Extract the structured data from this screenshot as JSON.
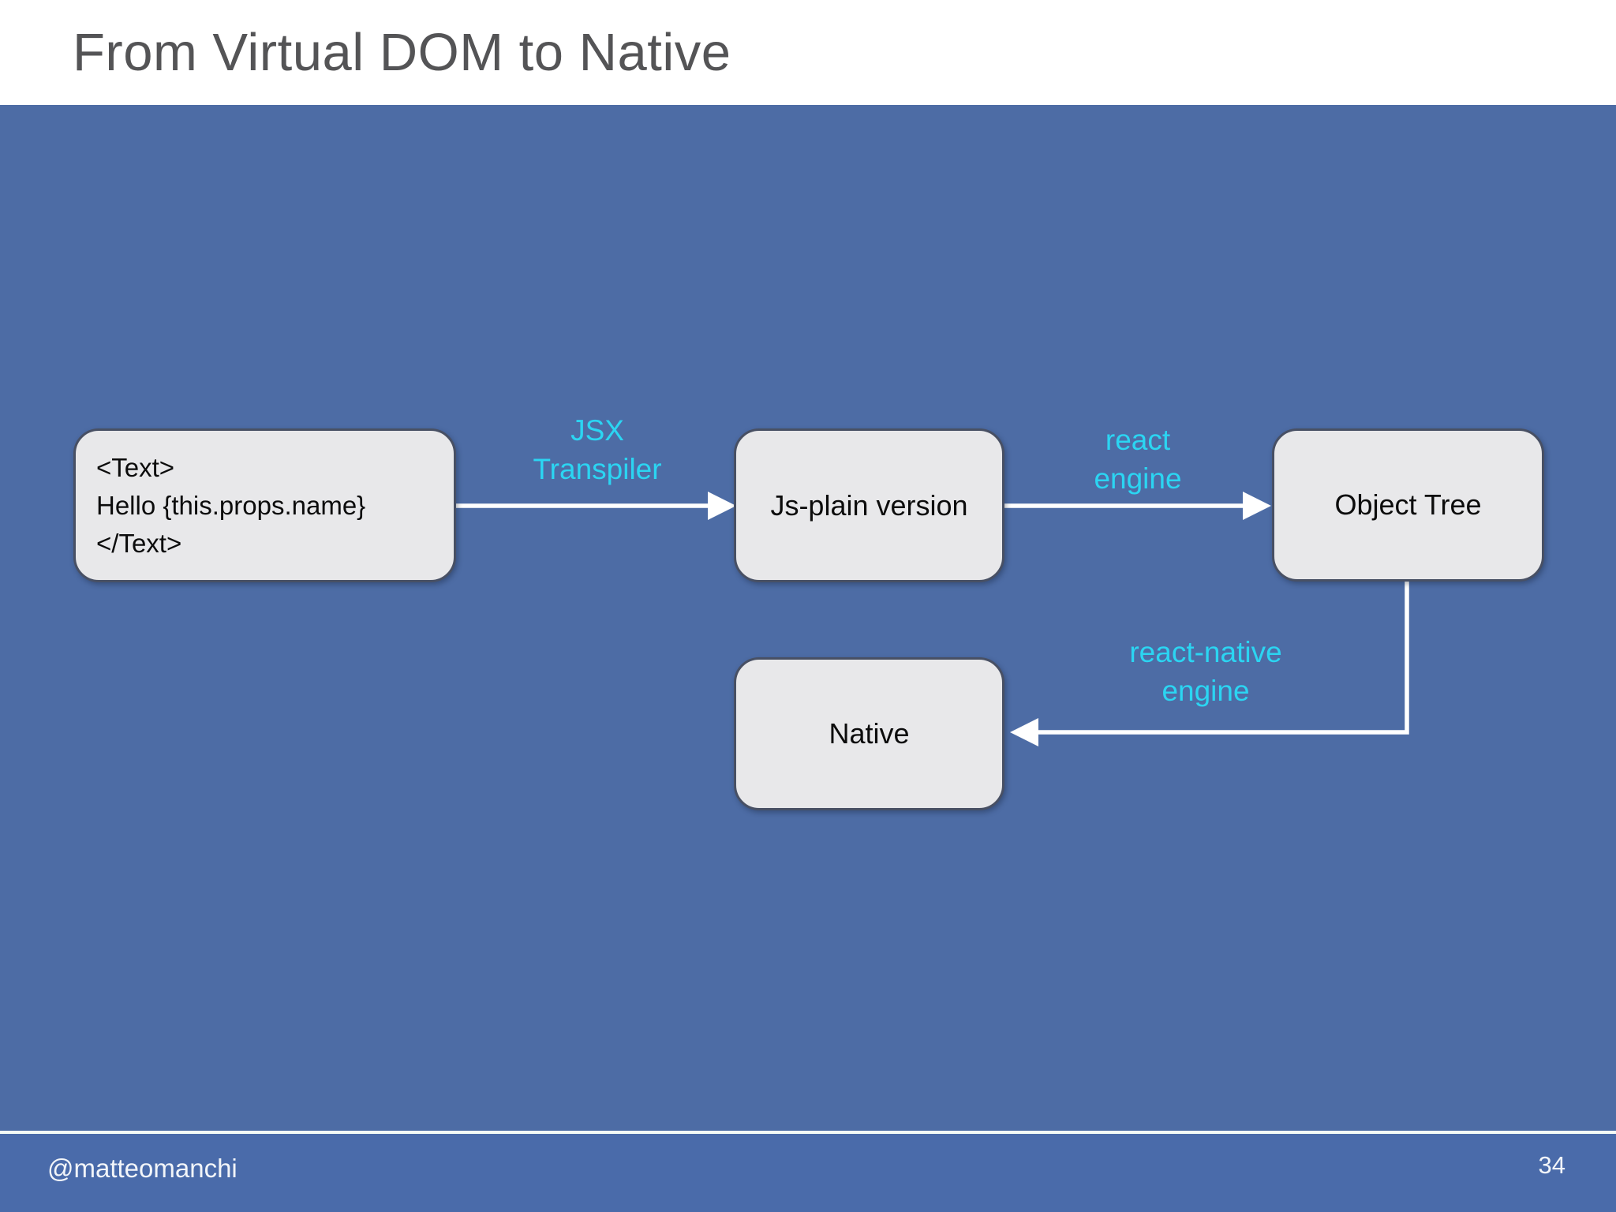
{
  "slide": {
    "title": "From Virtual DOM to Native",
    "footer": {
      "handle": "@matteomanchi",
      "page_number": "34"
    }
  },
  "colors": {
    "background_blue": "#4d6ca5",
    "footer_blue": "#4a6baa",
    "accent_cyan": "#2bd5f2",
    "node_fill": "#e8e8ea",
    "node_border": "#485064",
    "title_gray": "#545456",
    "arrow_white": "#ffffff"
  },
  "diagram": {
    "nodes": [
      {
        "id": "jsx-code",
        "type": "code",
        "lines": [
          "<Text>",
          "Hello {this.props.name}",
          "</Text>"
        ]
      },
      {
        "id": "js-plain",
        "label": "Js-plain version"
      },
      {
        "id": "object-tree",
        "label": "Object Tree"
      },
      {
        "id": "native",
        "label": "Native"
      }
    ],
    "edges": [
      {
        "from": "jsx-code",
        "to": "js-plain",
        "label_line1": "JSX",
        "label_line2": "Transpiler"
      },
      {
        "from": "js-plain",
        "to": "object-tree",
        "label_line1": "react",
        "label_line2": "engine"
      },
      {
        "from": "object-tree",
        "to": "native",
        "label_line1": "react-native",
        "label_line2": "engine"
      }
    ]
  }
}
